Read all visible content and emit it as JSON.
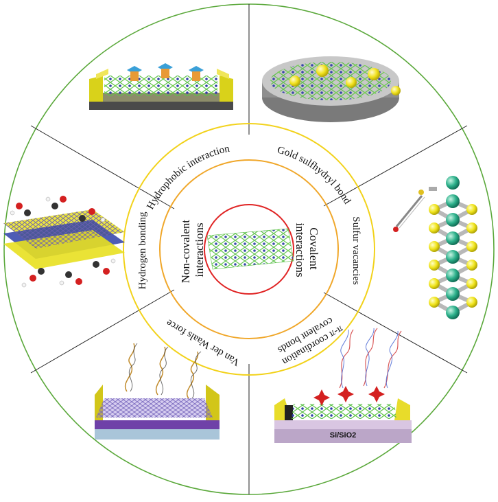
{
  "center": {
    "left_label": [
      "Non-covalent",
      "interactions"
    ],
    "right_label": [
      "Covalent",
      "interactions"
    ]
  },
  "mechanisms": {
    "hydrophobic": "Hydrophobic interaction",
    "gold": "Gold sulfhydryl bond",
    "sulfur": "Sulfur vacancies",
    "pi_line1": "π-π coordination",
    "pi_line2": "covalent bonds",
    "vdw": "Van der Waals force",
    "hydrogen": "Hydrogen bonding"
  },
  "substrate_label": "Si/SiO2",
  "colors": {
    "outer_ring": "#5aa83a",
    "yellow_ring": "#f2d21b",
    "orange_ring": "#f0a72a",
    "red_ring": "#e02424",
    "divider": "#222222",
    "sulfur_atom": "#e8e020",
    "metal_atom": "#2f3fa8",
    "bond_green": "#5cc04a"
  }
}
